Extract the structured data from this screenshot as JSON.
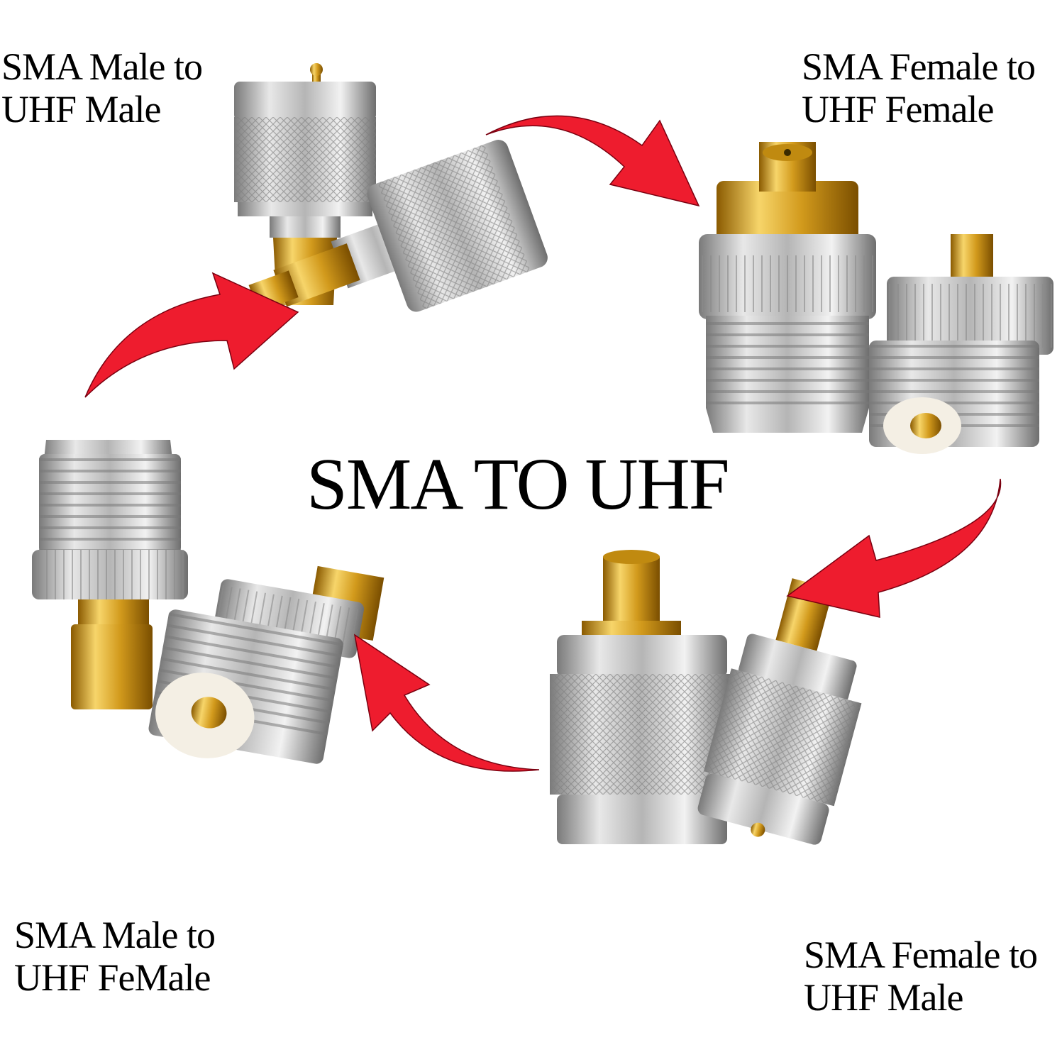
{
  "title": "SMA TO UHF",
  "labels": {
    "top_left": {
      "line1": "SMA Male to",
      "line2": "UHF Male"
    },
    "top_right": {
      "line1": "SMA Female to",
      "line2": "UHF Female"
    },
    "bottom_left": {
      "line1": "SMA Male to",
      "line2": "UHF FeMale"
    },
    "bottom_right": {
      "line1": "SMA Female to",
      "line2": "UHF Male"
    }
  },
  "colors": {
    "arrow": "#ee1c2e",
    "silver": "#c8c8c8",
    "gold": "#d9a520",
    "background": "#ffffff"
  },
  "products": [
    {
      "id": "sma-male-uhf-male",
      "name": "SMA Male to UHF Male"
    },
    {
      "id": "sma-female-uhf-female",
      "name": "SMA Female to UHF Female"
    },
    {
      "id": "sma-female-uhf-male",
      "name": "SMA Female to UHF Male"
    },
    {
      "id": "sma-male-uhf-female",
      "name": "SMA Male to UHF FeMale"
    }
  ]
}
